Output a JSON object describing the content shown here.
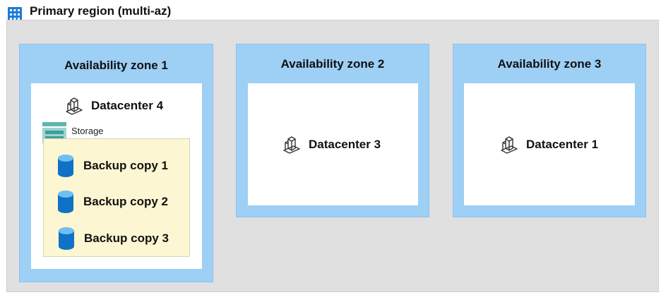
{
  "region": {
    "title": "Primary region (multi-az)",
    "icon": "building-icon"
  },
  "zones": [
    {
      "title": "Availability zone 1",
      "datacenter": {
        "label": "Datacenter 4",
        "icon": "datacenter-icon"
      },
      "storage": {
        "label": "Storage",
        "icon": "storage-icon",
        "backups": [
          {
            "label": "Backup copy 1",
            "icon": "database-icon"
          },
          {
            "label": "Backup copy 2",
            "icon": "database-icon"
          },
          {
            "label": "Backup copy 3",
            "icon": "database-icon"
          }
        ]
      }
    },
    {
      "title": "Availability zone 2",
      "datacenter": {
        "label": "Datacenter 3",
        "icon": "datacenter-icon"
      }
    },
    {
      "title": "Availability zone 3",
      "datacenter": {
        "label": "Datacenter 1",
        "icon": "datacenter-icon"
      }
    }
  ],
  "colors": {
    "region_fill": "#e0e0e0",
    "zone_fill": "#9ecff5",
    "storage_fill": "#fdf6d2",
    "database_blue": "#0f72c7",
    "storage_teal": "#5eb7b1"
  }
}
